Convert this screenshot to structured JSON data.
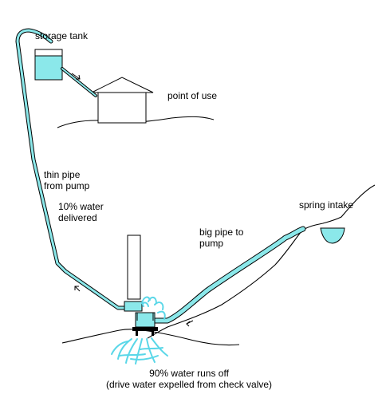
{
  "labels": {
    "storage_tank": "storage tank",
    "point_of_use": "point of use",
    "thin_pipe_1": "thin pipe",
    "thin_pipe_2": "from pump",
    "water_delivered_1": "10% water",
    "water_delivered_2": "delivered",
    "big_pipe_1": "big pipe to",
    "big_pipe_2": "pump",
    "spring_intake": "spring intake",
    "runoff_1": "90% water runs off",
    "runoff_2": "(drive water expelled from check valve)"
  },
  "colors": {
    "water": "#8be8ea",
    "spray": "#5ad7e8",
    "line": "#000000"
  }
}
